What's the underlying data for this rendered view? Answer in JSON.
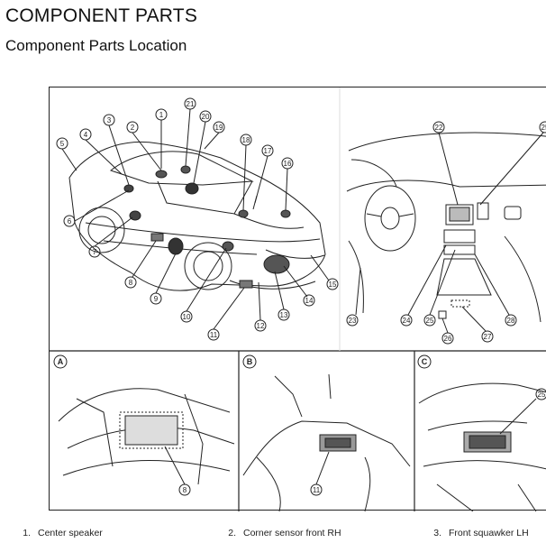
{
  "section_title": "COMPONENT PARTS",
  "subsection_title": "Component Parts Location",
  "detail_views": [
    {
      "letter": "A",
      "callouts": [
        "8"
      ]
    },
    {
      "letter": "B",
      "callouts": [
        "11"
      ]
    },
    {
      "letter": "C",
      "callouts": [
        "25"
      ]
    }
  ],
  "main_callouts": [
    "1",
    "2",
    "3",
    "4",
    "5",
    "6",
    "7",
    "8",
    "9",
    "10",
    "11",
    "12",
    "13",
    "14",
    "15",
    "16",
    "17",
    "18",
    "19",
    "20",
    "21"
  ],
  "interior_callouts": [
    "22",
    "23",
    "24",
    "25",
    "26",
    "27",
    "28"
  ],
  "legend": [
    {
      "num": "1.",
      "label": "Center speaker"
    },
    {
      "num": "2.",
      "label": "Corner sensor front RH"
    },
    {
      "num": "3.",
      "label": "Front squawker LH"
    }
  ]
}
